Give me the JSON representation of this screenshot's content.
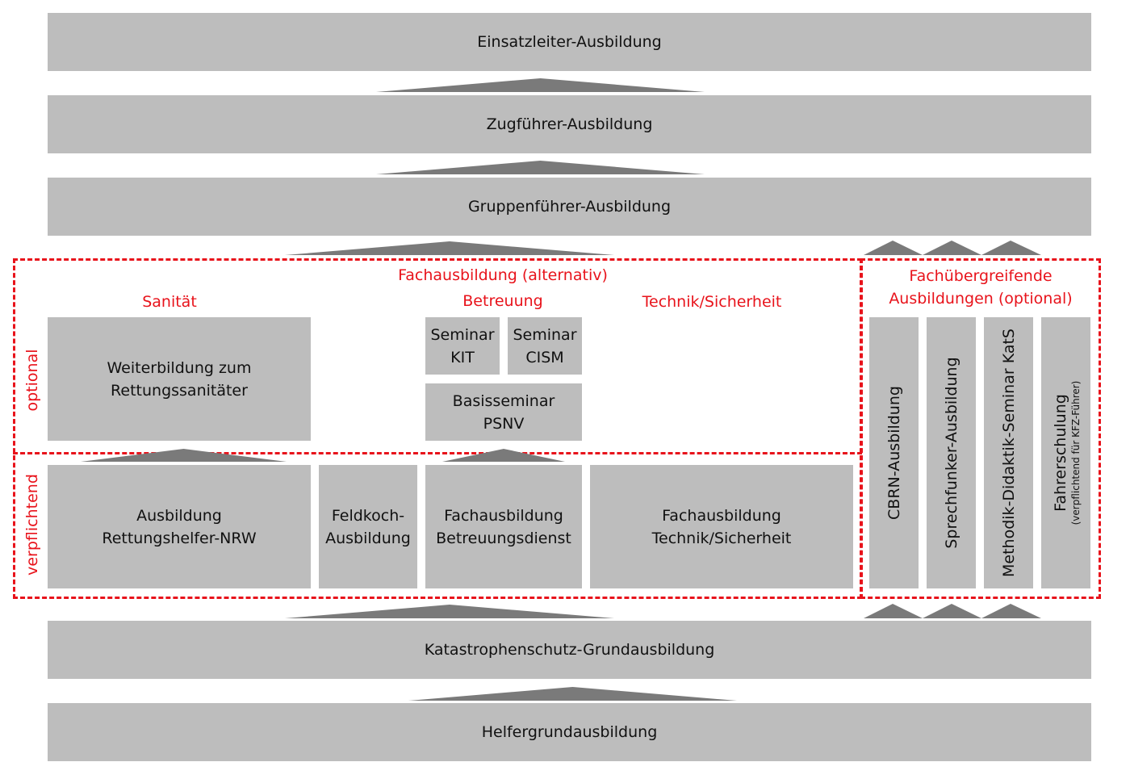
{
  "levels": {
    "einsatzleiter": "Einsatzleiter-Ausbildung",
    "zugfuehrer": "Zugführer-Ausbildung",
    "gruppenfuehrer": "Gruppenführer-Ausbildung",
    "katastrophenschutz": "Katastrophenschutz-Grundausbildung",
    "helfergrund": "Helfergrundausbildung"
  },
  "fachausbildung": {
    "title": "Fachausbildung (alternativ)",
    "side_optional": "optional",
    "side_verpflichtend": "verpflichtend",
    "categories": {
      "sanitaet": "Sanität",
      "betreuung": "Betreuung",
      "technik": "Technik/Sicherheit"
    },
    "optional_boxes": {
      "weiterbildung": [
        "Weiterbildung zum",
        "Rettungssanitäter"
      ],
      "seminar_kit": [
        "Seminar",
        "KIT"
      ],
      "seminar_cism": [
        "Seminar",
        "CISM"
      ],
      "basisseminar": [
        "Basisseminar",
        "PSNV"
      ]
    },
    "mandatory_boxes": {
      "rettungshelfer": [
        "Ausbildung",
        "Rettungshelfer-NRW"
      ],
      "feldkoch": [
        "Feldkoch-",
        "Ausbildung"
      ],
      "betreuungsdienst": [
        "Fachausbildung",
        "Betreuungsdienst"
      ],
      "technik": [
        "Fachausbildung",
        "Technik/Sicherheit"
      ]
    }
  },
  "fachuebergreifend": {
    "title": [
      "Fachübergreifende",
      "Ausbildungen (optional)"
    ],
    "items": {
      "cbrn": "CBRN-Ausbildung",
      "sprechfunker": "Sprechfunker-Ausbildung",
      "methodik": "Methodik-Didaktik-Seminar KatS",
      "fahrerschulung": "Fahrerschulung",
      "fahrerschulung_note": "(verpflichtend für KFZ-Führer)"
    }
  },
  "colors": {
    "box": "#bdbdbd",
    "arrow": "#7a7a7a",
    "dashed": "#e8131b"
  }
}
